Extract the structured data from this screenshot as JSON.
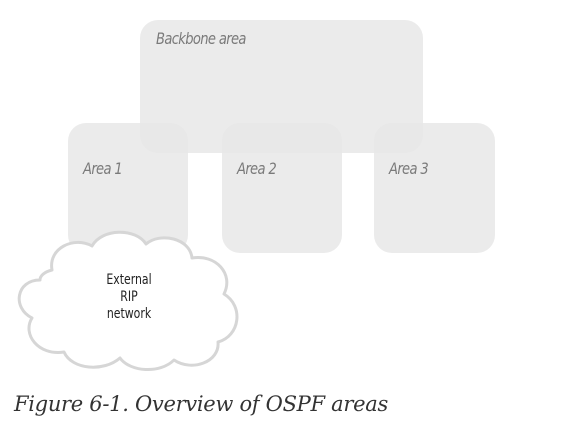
{
  "diagram": {
    "backbone_label": "Backbone area",
    "areas": [
      {
        "label": "Area 1"
      },
      {
        "label": "Area 2"
      },
      {
        "label": "Area 3"
      }
    ],
    "external_network": {
      "lines": [
        "External",
        "RIP",
        "network"
      ]
    },
    "colors": {
      "area_fill": "#e6e6e6",
      "area_label": "#7a7a7a",
      "cloud_stroke": "#d6d6d6",
      "cloud_fill": "#ffffff"
    }
  },
  "caption": "Figure 6-1. Overview of OSPF areas"
}
